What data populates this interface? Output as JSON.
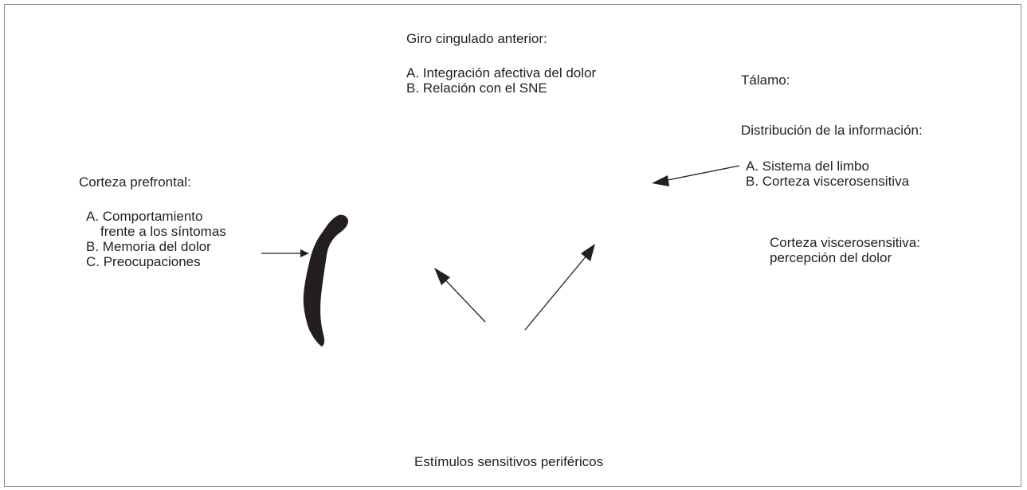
{
  "diagram": {
    "giro": {
      "title": "Giro cingulado anterior:",
      "item_a": "A. Integración afectiva del dolor",
      "item_b": "B. Relación con el SNE"
    },
    "talamo": {
      "title": "Tálamo:",
      "subtitle": "Distribución de la información:",
      "item_a": "A. Sistema del limbo",
      "item_b": "B. Corteza viscerosensitiva"
    },
    "corteza_prefrontal": {
      "title": "Corteza prefrontal:",
      "item_a_line1": "A. Comportamiento",
      "item_a_line2": "frente a los síntomas",
      "item_b": "B. Memoria del dolor",
      "item_c": "C. Preocupaciones"
    },
    "corteza_viscerosensitiva": {
      "line1": "Corteza viscerosensitiva:",
      "line2": "percepción del dolor"
    },
    "estimulos": "Estímulos sensitivos periféricos"
  },
  "colors": {
    "ink": "#231f20",
    "frame": "#8c8c8c"
  }
}
